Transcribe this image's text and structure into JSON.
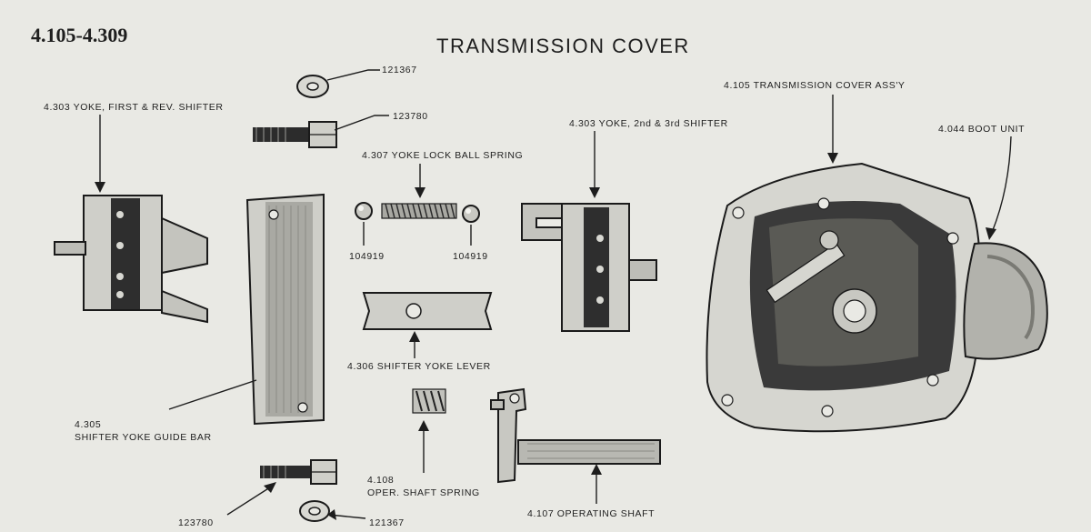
{
  "header": {
    "code": "4.105-4.309",
    "title": "TRANSMISSION COVER"
  },
  "labels": {
    "washer_top": "121367",
    "bolt_top": "123780",
    "yoke_first_rev": "4.303 YOKE, FIRST & REV. SHIFTER",
    "spring_lock_ball": "4.307 YOKE LOCK BALL SPRING",
    "ball_left": "104919",
    "ball_right": "104919",
    "yoke_2nd_3rd": "4.303 YOKE, 2nd & 3rd SHIFTER",
    "cover_assy": "4.105 TRANSMISSION COVER ASS'Y",
    "boot_unit": "4.044 BOOT UNIT",
    "shifter_yoke_lever": "4.306 SHIFTER YOKE LEVER",
    "guide_bar_code": "4.305",
    "guide_bar_name": "SHIFTER YOKE GUIDE BAR",
    "oper_spring_code": "4.108",
    "oper_spring_name": "OPER. SHAFT SPRING",
    "operating_shaft": "4.107 OPERATING SHAFT",
    "bolt_bottom": "123780",
    "washer_bottom": "121367"
  },
  "colors": {
    "background": "#e9e9e4",
    "ink": "#1d1d1d",
    "metal_light": "#c9c9c3",
    "metal_dark": "#3a3a3a"
  }
}
